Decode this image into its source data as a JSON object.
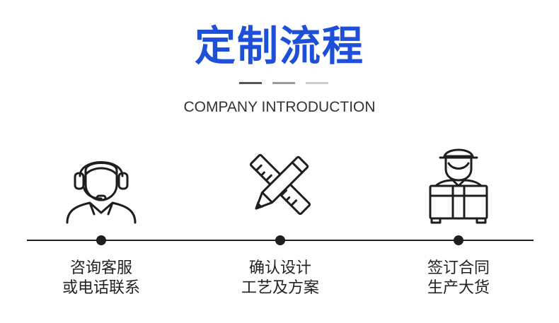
{
  "header": {
    "title": "定制流程",
    "subtitle": "COMPANY INTRODUCTION"
  },
  "colors": {
    "title": "#1d4fd8",
    "bar_dark": "#555555",
    "bar_mid": "#999999",
    "bar_light": "#cccccc",
    "line": "#1e1e1e"
  },
  "steps": [
    {
      "icon": "customer-service-headset-icon",
      "line1": "咨询客服",
      "line2": "或电话联系"
    },
    {
      "icon": "pencil-ruler-icon",
      "line1": "确认设计",
      "line2": "工艺及方案"
    },
    {
      "icon": "delivery-worker-box-icon",
      "line1": "签订合同",
      "line2": "生产大货"
    }
  ]
}
